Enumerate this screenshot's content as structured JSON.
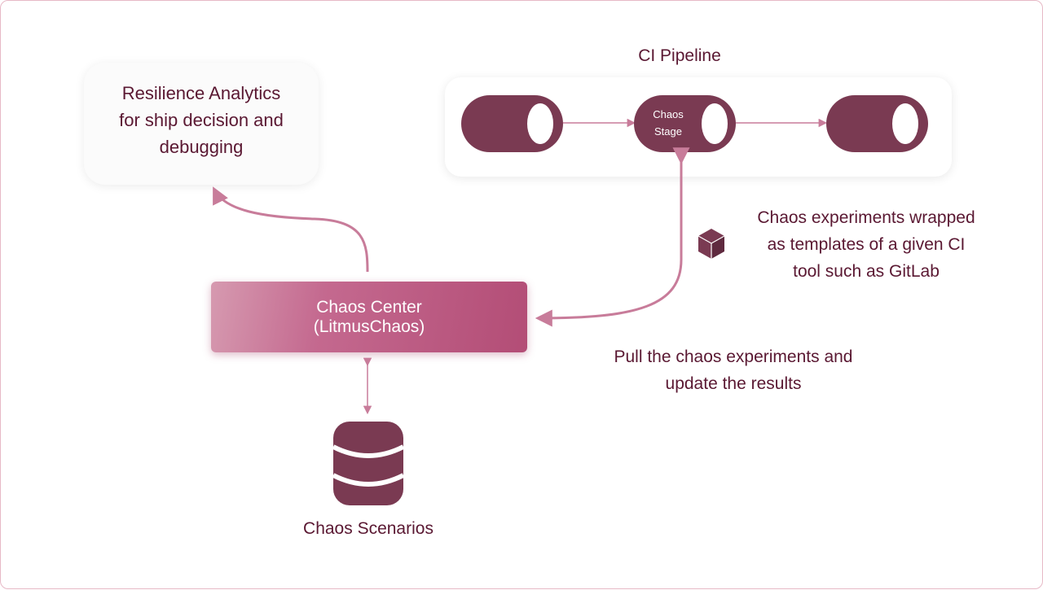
{
  "analytics": {
    "line1": "Resilience Analytics",
    "line2": "for ship decision and",
    "line3": "debugging"
  },
  "pipeline": {
    "title": "CI Pipeline",
    "stage_label_1": "Chaos",
    "stage_label_2": "Stage"
  },
  "chaos_center": {
    "line1": "Chaos Center",
    "line2": "(LitmusChaos)"
  },
  "ci_note": {
    "line1": "Chaos experiments wrapped",
    "line2": "as templates of a given CI",
    "line3": "tool such as GitLab",
    "icon": "package-cube-icon"
  },
  "pull_note": {
    "line1": "Pull the chaos experiments and",
    "line2": "update the results"
  },
  "scenarios": {
    "label": "Chaos Scenarios",
    "icon": "database-icon"
  },
  "colors": {
    "primary": "#7a3a52",
    "text": "#5a1832",
    "arrow": "#c87c9a",
    "box_gradient_start": "#d69ab0",
    "box_gradient_end": "#b34d76"
  }
}
